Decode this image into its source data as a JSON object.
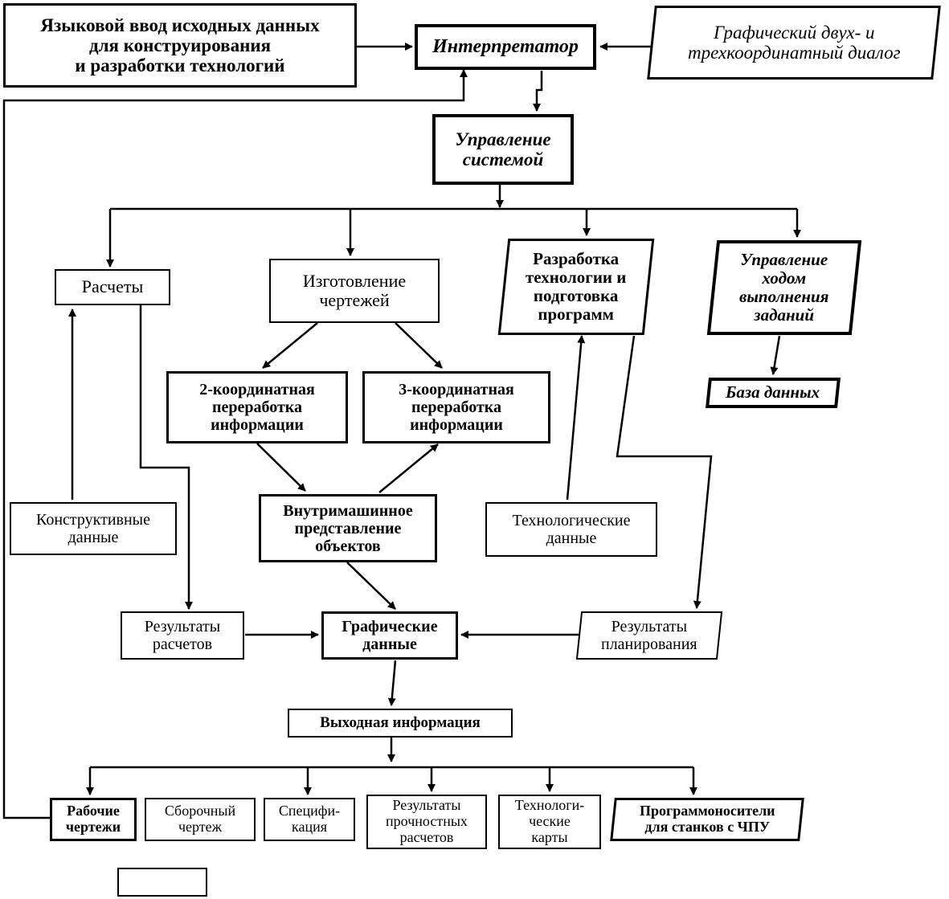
{
  "diagram": {
    "language_input": "Языковой ввод исходных данных\nдля конструирования\nи разработки технологий",
    "interpreter": "Интерпретатор",
    "graphic_dialog": "Графический двух- и\nтрехкоординатный диалог",
    "system_control": "Управление\nсистемой",
    "calculations": "Расчеты",
    "drawings_production": "Изготовление\nчертежей",
    "tech_development": "Разработка\nтехнологии и\nподготовка\nпрограмм",
    "task_control": "Управление\nходом\nвыполнения\nзаданий",
    "database": "База данных",
    "coord2": "2-координатная\nпереработка\nинформации",
    "coord3": "3-координатная\nпереработка\nинформации",
    "constructive_data": "Конструктивные\nданные",
    "internal_representation": "Внутримашинное\nпредставление\nобъектов",
    "technological_data": "Технологические\nданные",
    "calc_results": "Результаты\nрасчетов",
    "graphic_data": "Графические\nданные",
    "planning_results": "Результаты\nпланирования",
    "output_info": "Выходная информация",
    "outputs": [
      "Рабочие\nчертежи",
      "Сборочный\nчертеж",
      "Специфи-\nкация",
      "Результаты\nпрочностных\nрасчетов",
      "Технологи-\nческие\nкарты",
      "Программоносители\nдля станков с ЧПУ"
    ]
  }
}
